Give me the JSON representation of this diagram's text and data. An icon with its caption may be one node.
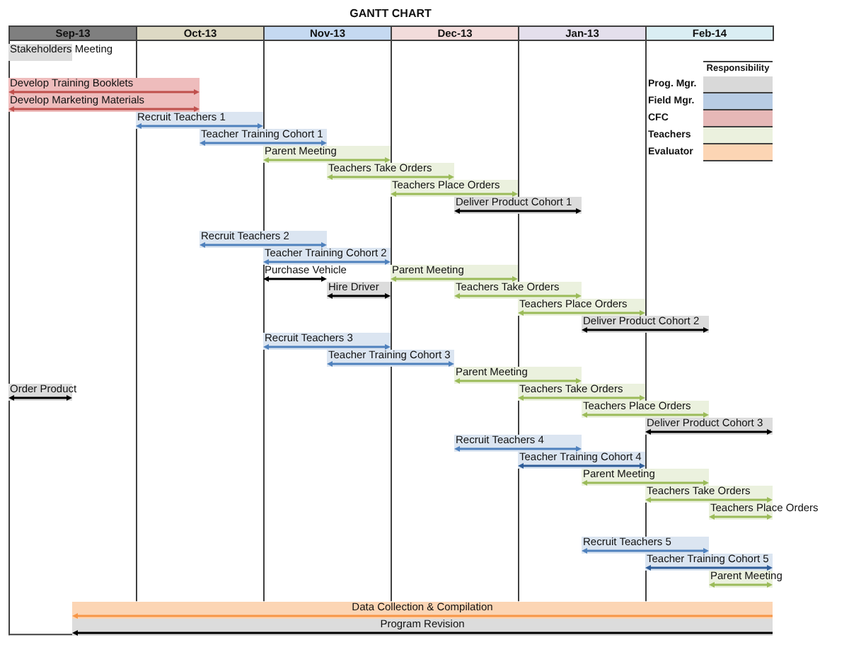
{
  "diagram": {
    "title": "GANTT CHART",
    "nodes": [
      {
        "text": [
          "Stakeholders Meeting"
        ]
      },
      {
        "text": [
          "Develop Training Booklets"
        ]
      },
      {
        "text": [
          "Develop Marketing Materials"
        ]
      },
      {
        "text": [
          "Recruit Teachers 1"
        ]
      },
      {
        "text": [
          "Teacher Training Cohort 1"
        ]
      },
      {
        "text": [
          "Parent Meeting"
        ]
      },
      {
        "text": [
          "Teachers Take Orders"
        ]
      },
      {
        "text": [
          "Teachers Place Orders"
        ]
      },
      {
        "text": [
          "Deliver Product Cohort 1"
        ]
      },
      {
        "text": [
          "Recruit Teachers 2"
        ]
      },
      {
        "text": [
          "Teacher Training Cohort 2"
        ]
      },
      {
        "text": [
          "Purchase Vehicle"
        ]
      },
      {
        "text": [
          "Parent Meeting"
        ]
      },
      {
        "text": [
          "Hire Driver"
        ]
      },
      {
        "text": [
          "Teachers Take Orders"
        ]
      },
      {
        "text": [
          "Teachers Place Orders"
        ]
      },
      {
        "text": [
          "Deliver Product Cohort 2"
        ]
      },
      {
        "text": [
          "Recruit Teachers 3"
        ]
      },
      {
        "text": [
          "Teacher Training Cohort 3"
        ]
      },
      {
        "text": [
          "Parent Meeting"
        ]
      },
      {
        "text": [
          "Order Product"
        ]
      },
      {
        "text": [
          "Teachers Take Orders"
        ]
      },
      {
        "text": [
          "Teachers Place Orders"
        ]
      },
      {
        "text": [
          "Deliver Product Cohort 3"
        ]
      },
      {
        "text": [
          "Recruit Teachers 4"
        ]
      },
      {
        "text": [
          "Teacher Training Cohort 4"
        ]
      },
      {
        "text": [
          "Parent Meeting"
        ]
      },
      {
        "text": [
          "Teachers Take Orders"
        ]
      },
      {
        "text": [
          "Teachers Place Orders"
        ]
      },
      {
        "text": [
          "Recruit Teachers 5"
        ]
      },
      {
        "text": [
          "Teacher Training Cohort 5"
        ]
      },
      {
        "text": [
          "Parent Meeting"
        ]
      },
      {
        "text": [
          "Data Collection & Compilation"
        ]
      },
      {
        "text": [
          "Program Revision"
        ]
      }
    ],
    "labels": [
      "Sep-13",
      "Oct-13",
      "Nov-13",
      "Dec-13",
      "Jan-13",
      "Feb-14",
      "Responsibility"
    ],
    "legend": [
      {
        "text": "Prog. Mgr.",
        "color": "#d9d9d9"
      },
      {
        "text": "Field Mgr.",
        "color": "#b8cce4"
      },
      {
        "text": "CFC",
        "color": "#e6b8b7"
      },
      {
        "text": "Teachers",
        "color": "#ebf1de"
      },
      {
        "text": "Evaluator",
        "color": "#fcd5b4"
      }
    ]
  }
}
